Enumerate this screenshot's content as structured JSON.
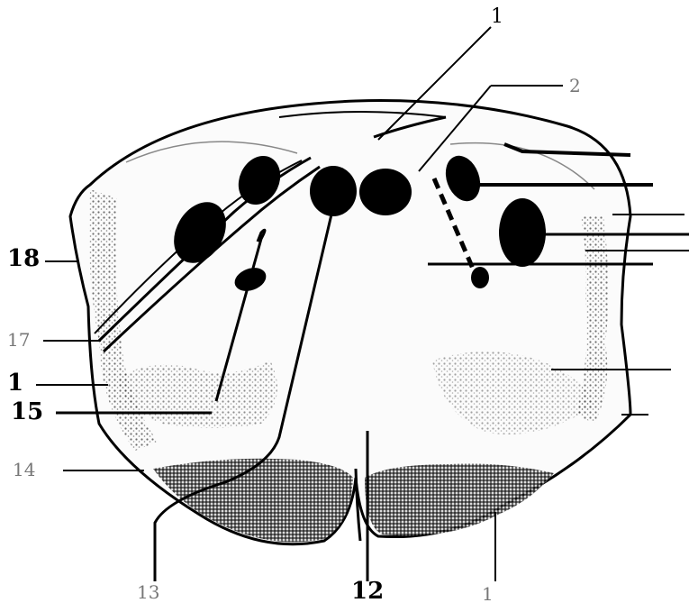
{
  "labels": {
    "top_1": "1",
    "top_2": "2",
    "left_18": "18",
    "left_17": "17",
    "left_1": "1",
    "left_15": "15",
    "left_14": "14",
    "bottom_13": "13",
    "bottom_12": "12",
    "bottom_1": "1"
  },
  "colors": {
    "ink": "#000000",
    "paper": "#ffffff",
    "stipple": "#2a2a2a"
  }
}
